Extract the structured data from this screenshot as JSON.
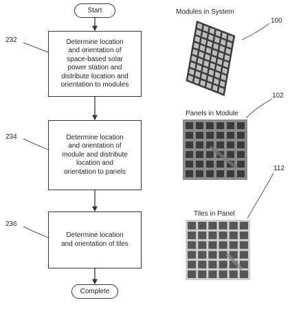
{
  "flowchart": {
    "start_label": "Start",
    "complete_label": "Complete",
    "steps": [
      {
        "ref": "232",
        "text": "Determine location\nand orientation of\nspace-based solar\npower station and\ndistribute location and\norientation to modules"
      },
      {
        "ref": "234",
        "text": "Determine location\nand orientation of\nmodule and distribute\nlocation and\norientation to panels"
      },
      {
        "ref": "236",
        "text": "Determine location\nand orientation of tiles"
      }
    ]
  },
  "figures": {
    "modules": {
      "label": "Modules in System",
      "ref": "100"
    },
    "panels": {
      "label": "Panels in Module",
      "ref": "102"
    },
    "tiles": {
      "label": "Tiles in Panel",
      "ref": "112"
    }
  },
  "colors": {
    "line": "#333333",
    "module_grid_bg": "#3a3a3a",
    "module_cell": "#bdbdbd",
    "panel_grid_bg": "#8a8a8a",
    "panel_cell": "#3a3a3a",
    "tile_grid_bg": "#cfcfcf",
    "tile_cell": "#555555"
  }
}
